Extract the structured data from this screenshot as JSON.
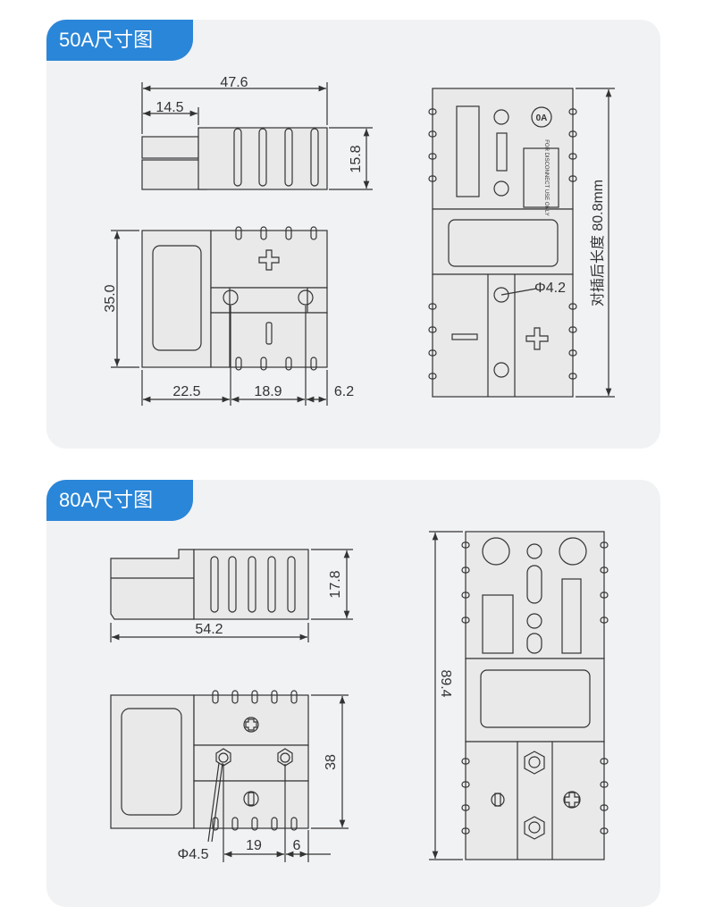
{
  "sections": {
    "a50": {
      "title": "50A尺寸图",
      "dims": {
        "overall_length": "47.6",
        "front_length": "14.5",
        "height": "15.8",
        "width": "35.0",
        "seg_a": "22.5",
        "seg_b": "18.9",
        "seg_c": "6.2",
        "hole_dia": "Φ4.2",
        "mated_length": "对插后长度  80.8mm"
      },
      "label_text": "FOR DISCONNECT USE ONLY",
      "logo_text": "0A"
    },
    "a80": {
      "title": "80A尺寸图",
      "dims": {
        "height": "17.8",
        "length": "54.2",
        "width": "38",
        "hole_dia": "Φ4.5",
        "seg_a": "19",
        "seg_b": "6",
        "overall_height": "89.4"
      }
    }
  },
  "colors": {
    "tag_bg": "#2a86d8",
    "panel_bg": "#f1f2f4",
    "line": "#333333",
    "part_fill": "#e9e9ea"
  }
}
